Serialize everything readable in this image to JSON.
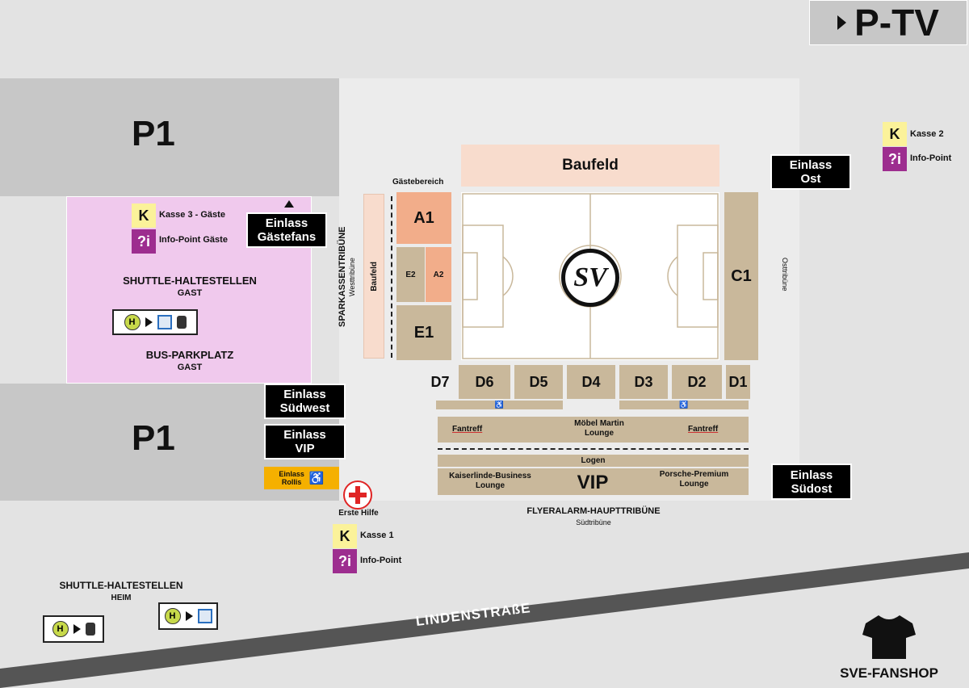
{
  "colors": {
    "background": "#e3e3e3",
    "parking": "#c7c7c7",
    "guest_area": "#f0c9ed",
    "stadium_ground": "#ececec",
    "stand_tan": "#c9b89b",
    "guest_block": "#f2ad8a",
    "construction": "#f8dccd",
    "pitch": "#ffffff",
    "gate": "#000000",
    "wheelchair_gate": "#f5b000",
    "first_aid": "#e02424",
    "info": "#9d2d8f",
    "kasse": "#fbf29a",
    "road": "#555555"
  },
  "ptv": {
    "label": "P-TV"
  },
  "parking": {
    "north_label": "P1",
    "south_label": "P1"
  },
  "guest_area": {
    "kasse_label": "Kasse 3 - Gäste",
    "info_label": "Info-Point Gäste",
    "shuttle_title": "SHUTTLE-HALTESTELLEN",
    "shuttle_sub": "GAST",
    "bus_title": "BUS-PARKPLATZ",
    "bus_sub": "GAST"
  },
  "gates": {
    "gaestefans": [
      "Einlass",
      "Gästefans"
    ],
    "ost": [
      "Einlass",
      "Ost"
    ],
    "suedwest": [
      "Einlass",
      "Südwest"
    ],
    "vip": [
      "Einlass",
      "VIP"
    ],
    "rollis": [
      "Einlass",
      "Rollis"
    ],
    "suedost": [
      "Einlass",
      "Südost"
    ]
  },
  "east_services": {
    "kasse_label": "Kasse 2",
    "info_label": "Info-Point"
  },
  "stadium": {
    "construction_label": "Baufeld",
    "guest_section_label": "Gästebereich",
    "west_stand_name": "SPARKASSENTRIBÜNE",
    "west_stand_sub": "Westtribüne",
    "west_construction_label": "Baufeld",
    "east_stand_label": "Osttribüne",
    "blocks": {
      "a1": "A1",
      "e2": "E2",
      "a2": "A2",
      "e1": "E1",
      "c1": "C1",
      "south": [
        "D7",
        "D6",
        "D5",
        "D4",
        "D3",
        "D2",
        "D1"
      ]
    },
    "lounge_row": {
      "left": "Fantreff",
      "center": "Möbel Martin Lounge",
      "right": "Fantreff"
    },
    "logen": "Logen",
    "vip_row": {
      "left": "Kaiserlinde-Business Lounge",
      "center": "VIP",
      "right": "Porsche-Premium Lounge"
    },
    "south_stand_name": "FLYERALARM-HAUPTTRIBÜNE",
    "south_stand_sub": "Südtribüne",
    "logo": "SV"
  },
  "south_services": {
    "first_aid_label": "Erste Hilfe",
    "kasse_label": "Kasse 1",
    "info_label": "Info-Point"
  },
  "kasse_icon": "K",
  "info_icon": "?i",
  "home_shuttle": {
    "title": "SHUTTLE-HALTESTELLEN",
    "sub": "HEIM"
  },
  "street": {
    "label": "LINDENSTRAßE"
  },
  "fanshop": {
    "label": "SVE-FANSHOP"
  }
}
